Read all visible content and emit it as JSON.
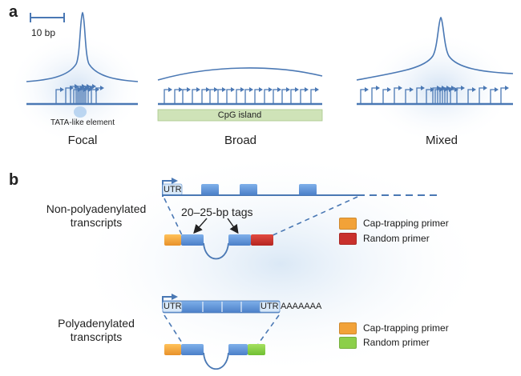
{
  "panel_a": {
    "letter": "a",
    "scale_bar": "10 bp",
    "focal": {
      "name": "Focal",
      "element_label": "TATA-like element"
    },
    "broad": {
      "name": "Broad",
      "element_label": "CpG island"
    },
    "mixed": {
      "name": "Mixed"
    }
  },
  "panel_b": {
    "letter": "b",
    "nonpoly": {
      "caption_line1": "Non-polyadenylated",
      "caption_line2": "transcripts",
      "utr_label": "UTR",
      "tags_label": "20–25-bp tags",
      "legend": [
        {
          "label": "Cap-trapping primer",
          "color": "#f2a238"
        },
        {
          "label": "Random primer",
          "color": "#c9302c"
        }
      ]
    },
    "poly": {
      "caption_line1": "Polyadenylated",
      "caption_line2": "transcripts",
      "utr_left": "UTR",
      "utr_right": "UTR",
      "polya_tail": "AAAAAAA",
      "legend": [
        {
          "label": "Cap-trapping primer",
          "color": "#f2a238"
        },
        {
          "label": "Random primer",
          "color": "#8ccf4a"
        }
      ]
    }
  },
  "colors": {
    "line": "#4a78b4",
    "exon": "#5b8fd6",
    "glow": "#b9d3ee",
    "cpg": "#cfe3b8"
  }
}
